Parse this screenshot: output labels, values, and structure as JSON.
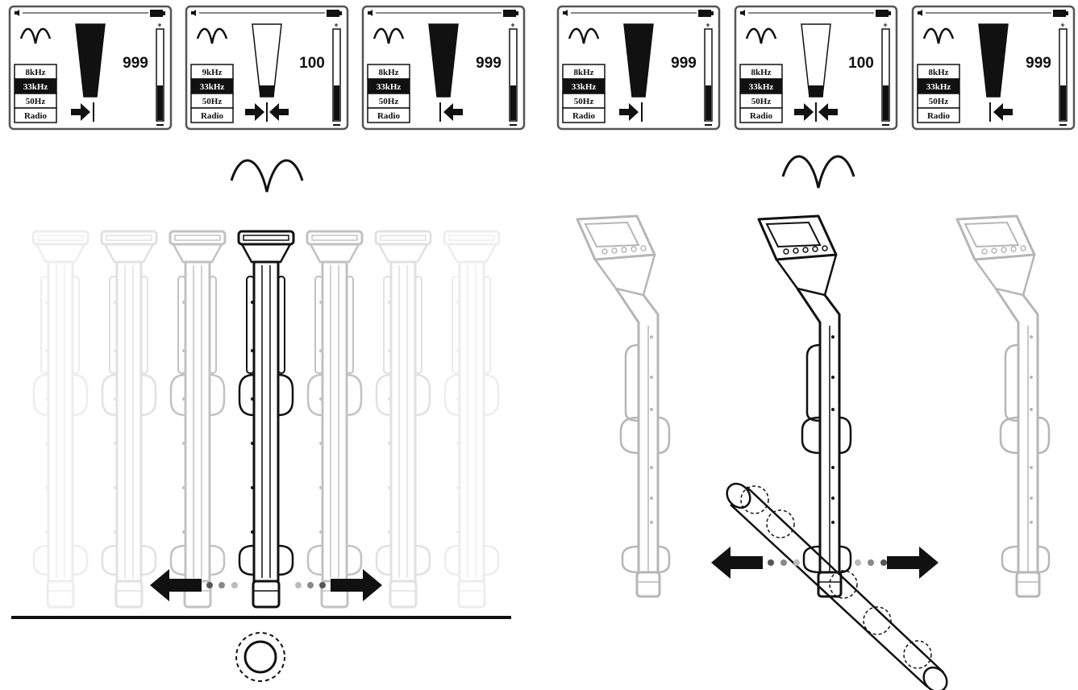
{
  "colors": {
    "ink": "#111111",
    "panel_border": "#555555",
    "dot_dark": "#555555",
    "dot_mid": "#888888",
    "dot_light": "#bbbbbb"
  },
  "icons": [
    "speaker-icon",
    "battery-icon",
    "peak-mode-icon",
    "arrow-left-icon",
    "arrow-right-icon",
    "cable-cross-section-icon"
  ],
  "panels": [
    {
      "freqs": [
        "8kHz",
        "33kHz",
        "50Hz",
        "Radio"
      ],
      "selected": 1,
      "value": "999",
      "signal": 1.0,
      "guidance": "right"
    },
    {
      "freqs": [
        "9kHz",
        "33kHz",
        "50Hz",
        "Radio"
      ],
      "selected": 1,
      "value": "100",
      "signal": 0.15,
      "guidance": "center"
    },
    {
      "freqs": [
        "8kHz",
        "33kHz",
        "50Hz",
        "Radio"
      ],
      "selected": 1,
      "value": "999",
      "signal": 1.0,
      "guidance": "left"
    },
    {
      "freqs": [
        "8kHz",
        "33kHz",
        "50Hz",
        "Radio"
      ],
      "selected": 1,
      "value": "999",
      "signal": 1.0,
      "guidance": "right"
    },
    {
      "freqs": [
        "8kHz",
        "33kHz",
        "50Hz",
        "Radio"
      ],
      "selected": 1,
      "value": "100",
      "signal": 0.15,
      "guidance": "center"
    },
    {
      "freqs": [
        "8kHz",
        "33kHz",
        "50Hz",
        "Radio"
      ],
      "selected": 1,
      "value": "999",
      "signal": 1.0,
      "guidance": "left"
    }
  ]
}
